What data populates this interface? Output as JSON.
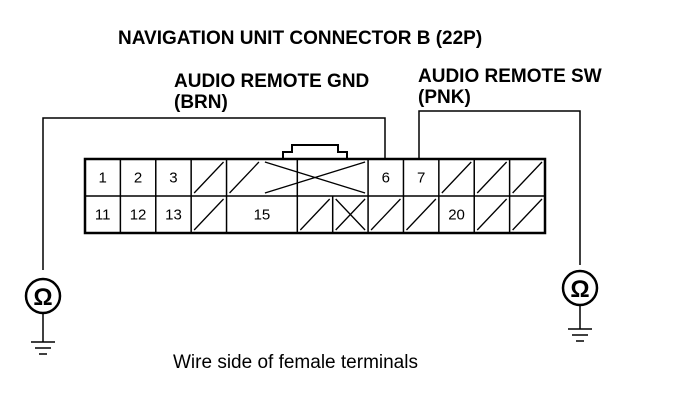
{
  "title": "NAVIGATION UNIT CONNECTOR B (22P)",
  "wires": {
    "left": {
      "name": "AUDIO REMOTE GND",
      "color": "(BRN)"
    },
    "right": {
      "name": "AUDIO REMOTE SW",
      "color": "(PNK)"
    }
  },
  "pins": {
    "top": [
      "1",
      "2",
      "3",
      "",
      "",
      "",
      "",
      "",
      "6",
      "7",
      "",
      "",
      ""
    ],
    "bottom": [
      "11",
      "12",
      "13",
      "",
      "15",
      "",
      "",
      "",
      "",
      "",
      "20",
      "",
      ""
    ]
  },
  "meters": {
    "left_symbol": "Ω",
    "right_symbol": "Ω"
  },
  "caption": "Wire side of female terminals",
  "colors": {
    "ink": "#000000",
    "paper": "#ffffff"
  }
}
